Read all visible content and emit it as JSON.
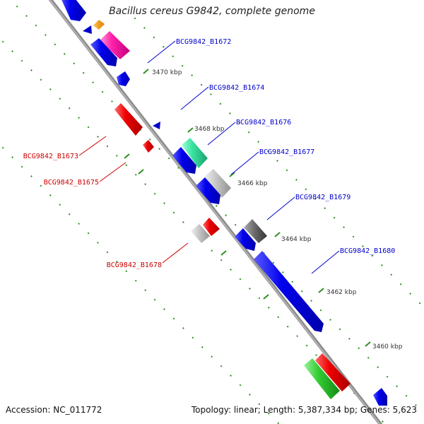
{
  "title": "Bacillus cereus G9842, complete genome",
  "footer": {
    "accession": "Accession: NC_011772",
    "summary": "Topology: linear; Length: 5,387,334 bp; Genes: 5,623"
  },
  "colors": {
    "forward_label": "#0000cc",
    "reverse_label": "#cc0000",
    "backbone": "#8c8c8c",
    "tick_mark": "#2d8f1f"
  },
  "axis_ticks": [
    "3470 kbp",
    "3468 kbp",
    "3466 kbp",
    "3464 kbp",
    "3462 kbp",
    "3460 kbp"
  ],
  "gene_labels": {
    "forward": [
      "BCG9842_B1672",
      "BCG9842_B1674",
      "BCG9842_B1676",
      "BCG9842_B1677",
      "BCG9842_B1679",
      "BCG9842_B1680"
    ],
    "reverse": [
      "BCG9842_B1673",
      "BCG9842_B1675",
      "BCG9842_B1678"
    ]
  }
}
